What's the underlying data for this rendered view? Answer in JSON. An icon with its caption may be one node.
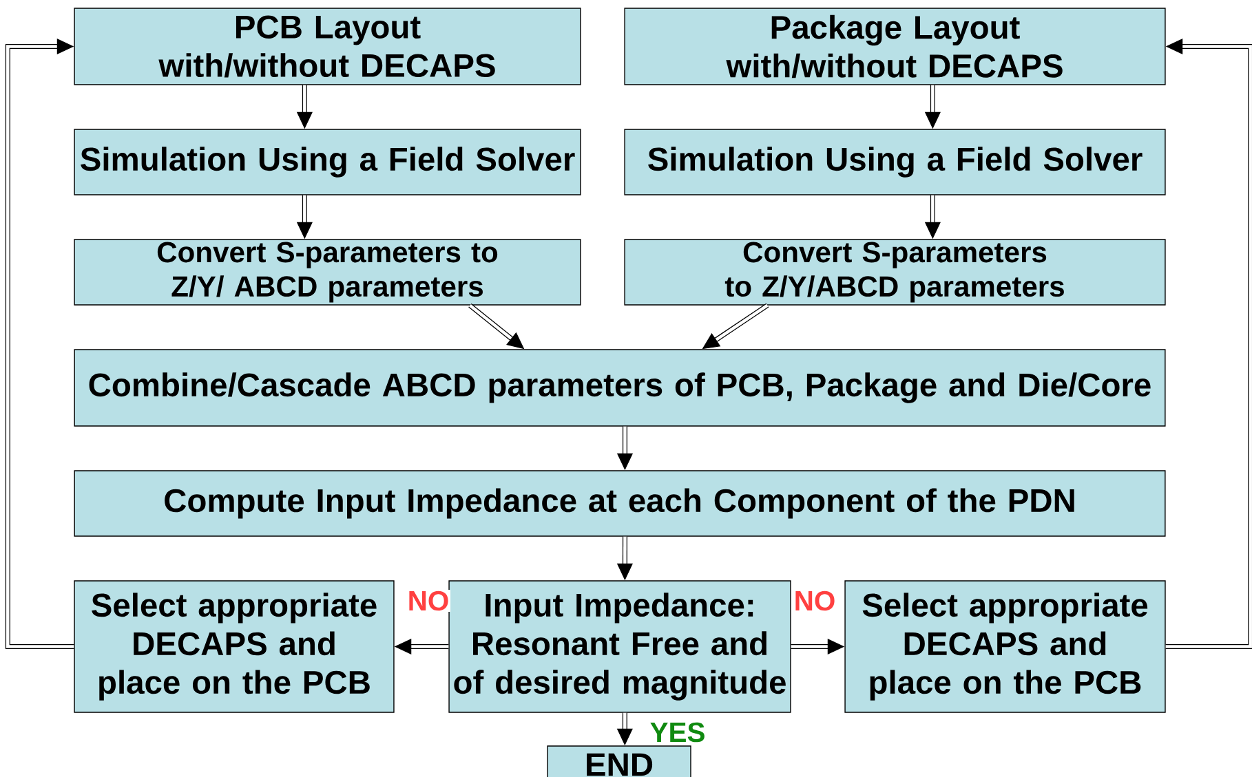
{
  "diagram": {
    "nodes": [
      {
        "text": [
          "PCB Layout with/without DECAPS"
        ]
      },
      {
        "text": [
          "Package Layout with/without DECAPS"
        ]
      },
      {
        "text": [
          "Simulation Using a Field Solver"
        ]
      },
      {
        "text": [
          "Simulation Using a Field Solver"
        ]
      },
      {
        "text": [
          "Convert S-parameters to Z/Y/ ABCD parameters"
        ]
      },
      {
        "text": [
          "Convert S-parameters to Z/Y/ABCD parameters"
        ]
      },
      {
        "text": [
          "Combine/Cascade ABCD parameters of PCB, Package and Die/Core"
        ]
      },
      {
        "text": [
          "Compute Input Impedance at each Component of the PDN"
        ]
      },
      {
        "text": [
          "Select appropriate DECAPS and place on the PCB"
        ]
      },
      {
        "text": [
          "Input Impedance: Resonant Free and of desired magnitude"
        ]
      },
      {
        "text": [
          "Select appropriate DECAPS and place on the PCB"
        ]
      },
      {
        "text": [
          "END"
        ]
      }
    ],
    "edges": [
      {
        "from": 0,
        "to": 2,
        "arrow": "to"
      },
      {
        "from": 1,
        "to": 3,
        "arrow": "to"
      },
      {
        "from": 2,
        "to": 4,
        "arrow": "to"
      },
      {
        "from": 3,
        "to": 5,
        "arrow": "to"
      },
      {
        "from": 4,
        "to": 6,
        "arrow": "to"
      },
      {
        "from": 5,
        "to": 6,
        "arrow": "to"
      },
      {
        "from": 6,
        "to": 7,
        "arrow": "to"
      },
      {
        "from": 7,
        "to": 9,
        "arrow": "to"
      },
      {
        "from": 9,
        "to": 8,
        "arrow": "to",
        "label": "NO"
      },
      {
        "from": 9,
        "to": 10,
        "arrow": "to",
        "label": "NO"
      },
      {
        "from": 9,
        "to": 11,
        "arrow": "to",
        "label": "YES"
      },
      {
        "from": 8,
        "to": 0,
        "arrow": "to"
      },
      {
        "from": 10,
        "to": 1,
        "arrow": "to"
      }
    ]
  }
}
